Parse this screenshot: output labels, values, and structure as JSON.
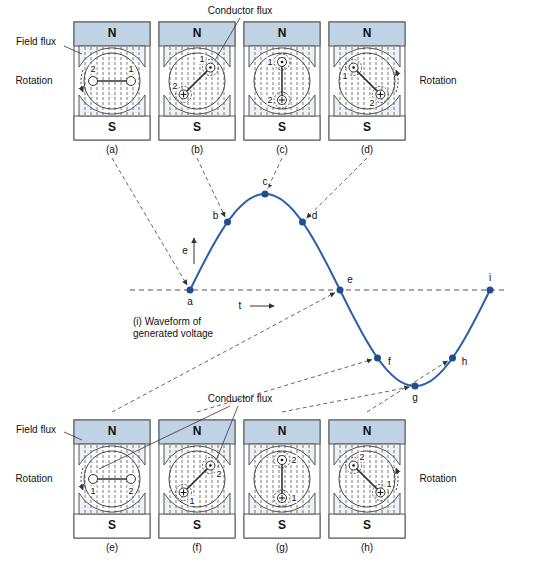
{
  "diagram": {
    "labels": [
      "Conductor flux",
      "Field flux",
      "Rotation",
      "Rotation",
      "N",
      "S",
      "1",
      "2",
      "(a)",
      "N",
      "S",
      "1",
      "2",
      "(b)",
      "N",
      "S",
      "1",
      "2",
      "(c)",
      "N",
      "S",
      "1",
      "2",
      "(d)",
      "e",
      "t",
      "a",
      "b",
      "c",
      "d",
      "e",
      "f",
      "g",
      "h",
      "i",
      "(i) Waveform of generated voltage",
      "Conductor flux",
      "Field flux",
      "Rotation",
      "Rotation",
      "N",
      "S",
      "1",
      "2",
      "(e)",
      "N",
      "S",
      "1",
      "2",
      "(f)",
      "N",
      "S",
      "1",
      "2",
      "(g)",
      "N",
      "S",
      "1",
      "2",
      "(h)"
    ]
  }
}
